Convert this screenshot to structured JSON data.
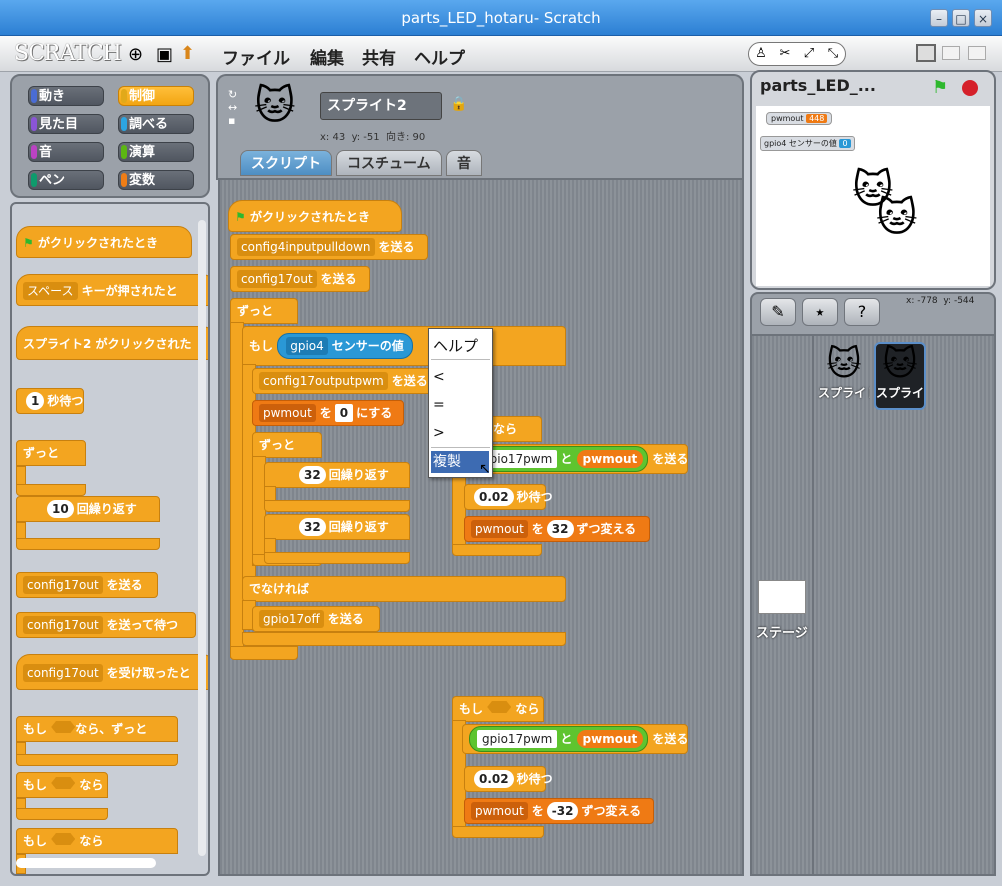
{
  "window": {
    "title": "parts_LED_hotaru- Scratch",
    "minimize": "–",
    "maximize": "□",
    "close": "×"
  },
  "menubar": {
    "logo": "SCRATCH",
    "items": [
      "ファイル",
      "編集",
      "共有",
      "ヘルプ"
    ]
  },
  "categories": [
    {
      "label": "動き",
      "color": "#4a6cd4"
    },
    {
      "label": "制御",
      "color": "#e1a91a",
      "selected": true
    },
    {
      "label": "見た目",
      "color": "#8a55d7"
    },
    {
      "label": "調べる",
      "color": "#2ca5e2"
    },
    {
      "label": "音",
      "color": "#bb42c3"
    },
    {
      "label": "演算",
      "color": "#5cb712"
    },
    {
      "label": "ペン",
      "color": "#0e9a6c"
    },
    {
      "label": "変数",
      "color": "#ee7d16"
    }
  ],
  "palette": {
    "when_flag": "がクリックされたとき",
    "key_dd": "スペース",
    "key_text": "キーが押されたと",
    "sprite_click": "スプライト2 がクリックされた",
    "wait_num": "1",
    "wait_text": "秒待つ",
    "forever": "ずっと",
    "repeat_num": "10",
    "repeat_text": "回繰り返す",
    "broadcast_dd": "config17out",
    "broadcast_text": "を送る",
    "broadcast_wait_dd": "config17out",
    "broadcast_wait_text": "を送って待つ",
    "receive_dd": "config17out",
    "receive_text": "を受け取ったと",
    "if_forever": "もし",
    "if_forever_end": "なら、ずっと",
    "if1": "もし",
    "if1_end": "なら",
    "if2": "もし",
    "if2_end": "なら"
  },
  "sprite": {
    "name": "スプライト2",
    "x_label": "x: 43",
    "y_label": "y: -51",
    "dir_label": "向き: 90"
  },
  "tabs": [
    "スクリプト",
    "コスチューム",
    "音"
  ],
  "script": {
    "hat": "がクリックされたとき",
    "b1_dd": "config4inputpulldown",
    "b1": "を送る",
    "b2_dd": "config17out",
    "b2": "を送る",
    "forever": "ずっと",
    "if": "もし",
    "sensor_dd": "gpio4",
    "sensor": "センサーの値",
    "b3_dd": "config17outputpwm",
    "b3": "を送る",
    "set_dd": "pwmout",
    "set_a": "を",
    "set_num": "0",
    "set_b": "にする",
    "forever2": "ずっと",
    "rep1_num": "32",
    "rep1": "回繰り返す",
    "rep2_num": "32",
    "rep2": "回繰り返す",
    "else": "でなければ",
    "b4_dd": "gpio17off",
    "b4": "を送る"
  },
  "floating1": {
    "if_end": "なら",
    "join_a": "gpio17pwm",
    "join_mid": "と",
    "join_var": "pwmout",
    "send": "を送る",
    "wait_num": "0.02",
    "wait": "秒待つ",
    "change_dd": "pwmout",
    "change_a": "を",
    "change_num": "32",
    "change_b": "ずつ変える"
  },
  "floating2": {
    "if": "もし",
    "if_end": "なら",
    "join_a": "gpio17pwm",
    "join_mid": "と",
    "join_var": "pwmout",
    "send": "を送る",
    "wait_num": "0.02",
    "wait": "秒待つ",
    "change_dd": "pwmout",
    "change_a": "を",
    "change_num": "-32",
    "change_b": "ずつ変える"
  },
  "context_menu": [
    "ヘルプ",
    "<",
    "=",
    ">",
    "複製"
  ],
  "stage": {
    "title": "parts_LED_...",
    "mon1_label": "pwmout",
    "mon1_value": "448",
    "mon2_label": "gpio4 センサーの値",
    "mon2_value": "0",
    "mouse_x": "x: -778",
    "mouse_y": "y: -544"
  },
  "sprites_list": [
    {
      "label": "スプライト"
    },
    {
      "label": "スプライト",
      "selected": true
    }
  ],
  "stage_thumb": "ステージ"
}
